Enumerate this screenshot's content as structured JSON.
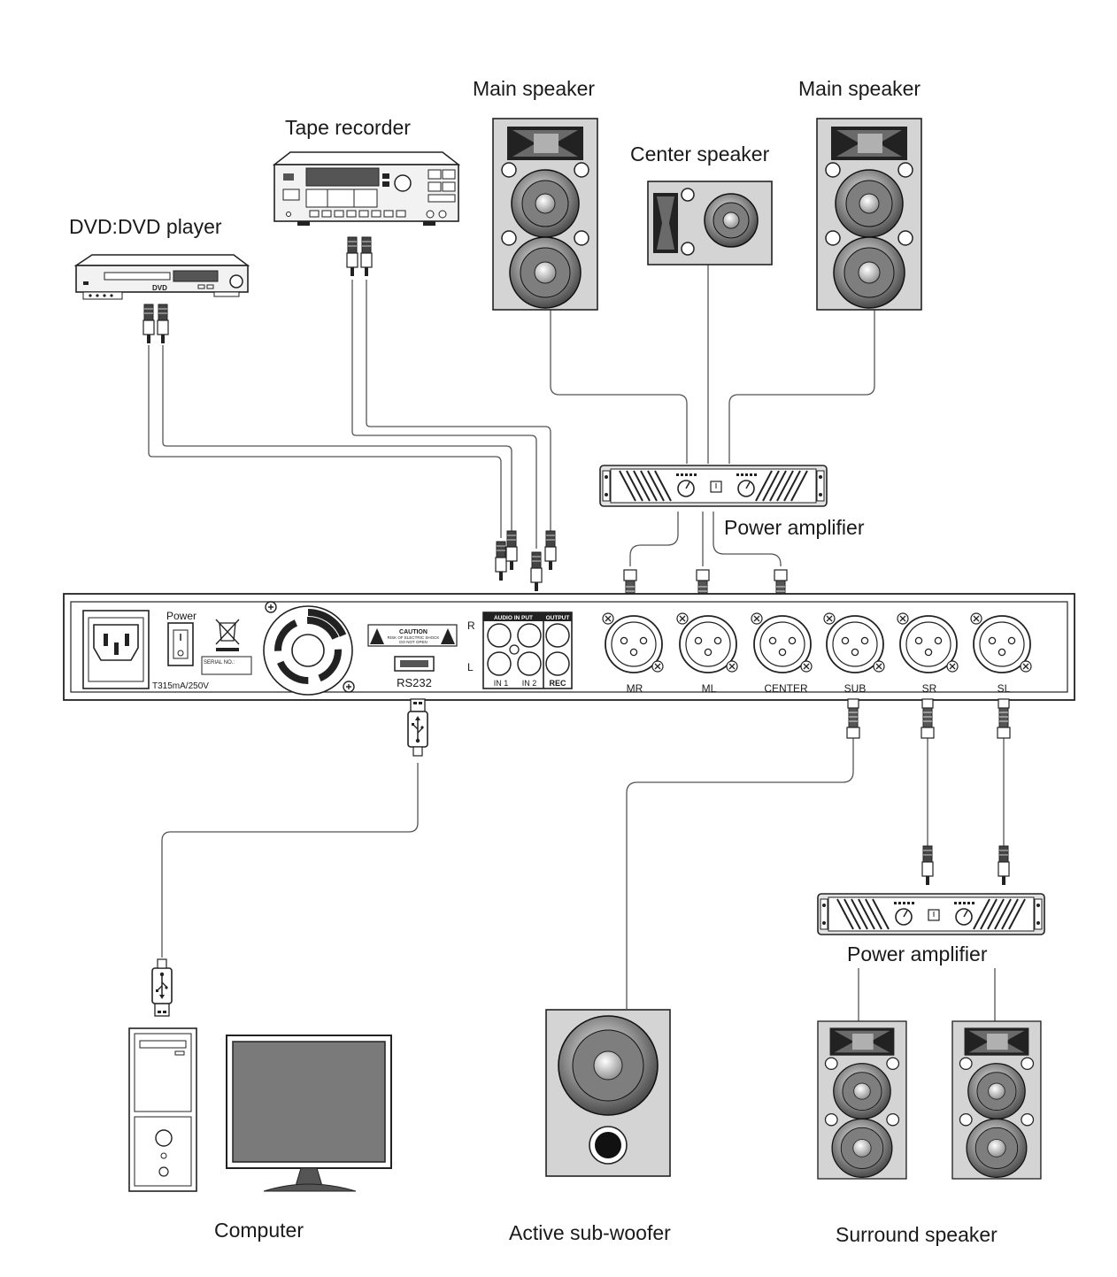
{
  "labels": {
    "dvd_player": "DVD:DVD player",
    "tape_recorder": "Tape recorder",
    "main_speaker_left": "Main speaker",
    "main_speaker_right": "Main speaker",
    "center_speaker": "Center speaker",
    "power_amplifier_top": "Power amplifier",
    "power_amplifier_bottom": "Power amplifier",
    "computer": "Computer",
    "subwoofer": "Active sub-woofer",
    "surround_speaker": "Surround speaker"
  },
  "panel": {
    "power_label": "Power",
    "fuse_label": "T315mA/250V",
    "serial_label": "SERIAL NO.:",
    "caution_title": "CAUTION",
    "caution_line1": "RISK OF ELECTRIC SHOCK",
    "caution_line2": "DO NOT OPEN",
    "rs232_label": "RS232",
    "audio_input_label": "AUDIO IN PUT",
    "output_label": "OUTPUT",
    "in1_label": "IN 1",
    "in2_label": "IN 2",
    "rec_label": "REC",
    "r_label": "R",
    "l_label": "L",
    "xlr_outputs": [
      "MR",
      "ML",
      "CENTER",
      "SUB",
      "SR",
      "SL"
    ]
  },
  "devices": {
    "dvd_brand": "DVD"
  },
  "colors": {
    "line": "#1a1a1a",
    "speaker_fill": "#d4d4d4",
    "device_fill": "#f2f2f2",
    "monitor_screen": "#7a7a7a"
  }
}
